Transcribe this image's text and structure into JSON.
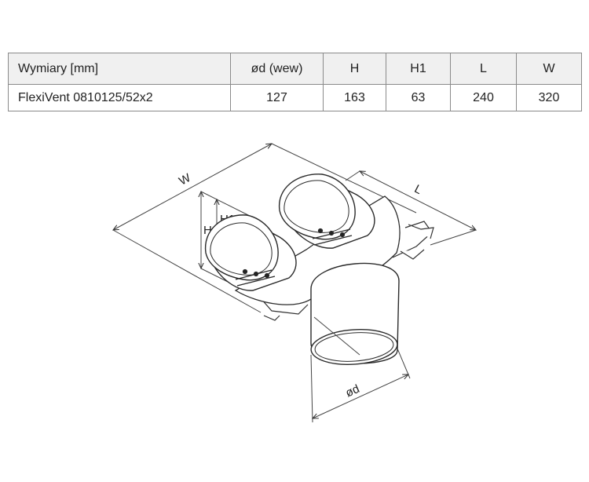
{
  "table": {
    "headers": [
      "Wymiary [mm]",
      "ød (wew)",
      "H",
      "H1",
      "L",
      "W"
    ],
    "row": [
      "FlexiVent 0810125/52x2",
      "127",
      "163",
      "63",
      "240",
      "320"
    ]
  },
  "diagram": {
    "labels": {
      "w": "W",
      "l": "L",
      "h": "H",
      "h1": "H1",
      "od": "ød"
    }
  }
}
